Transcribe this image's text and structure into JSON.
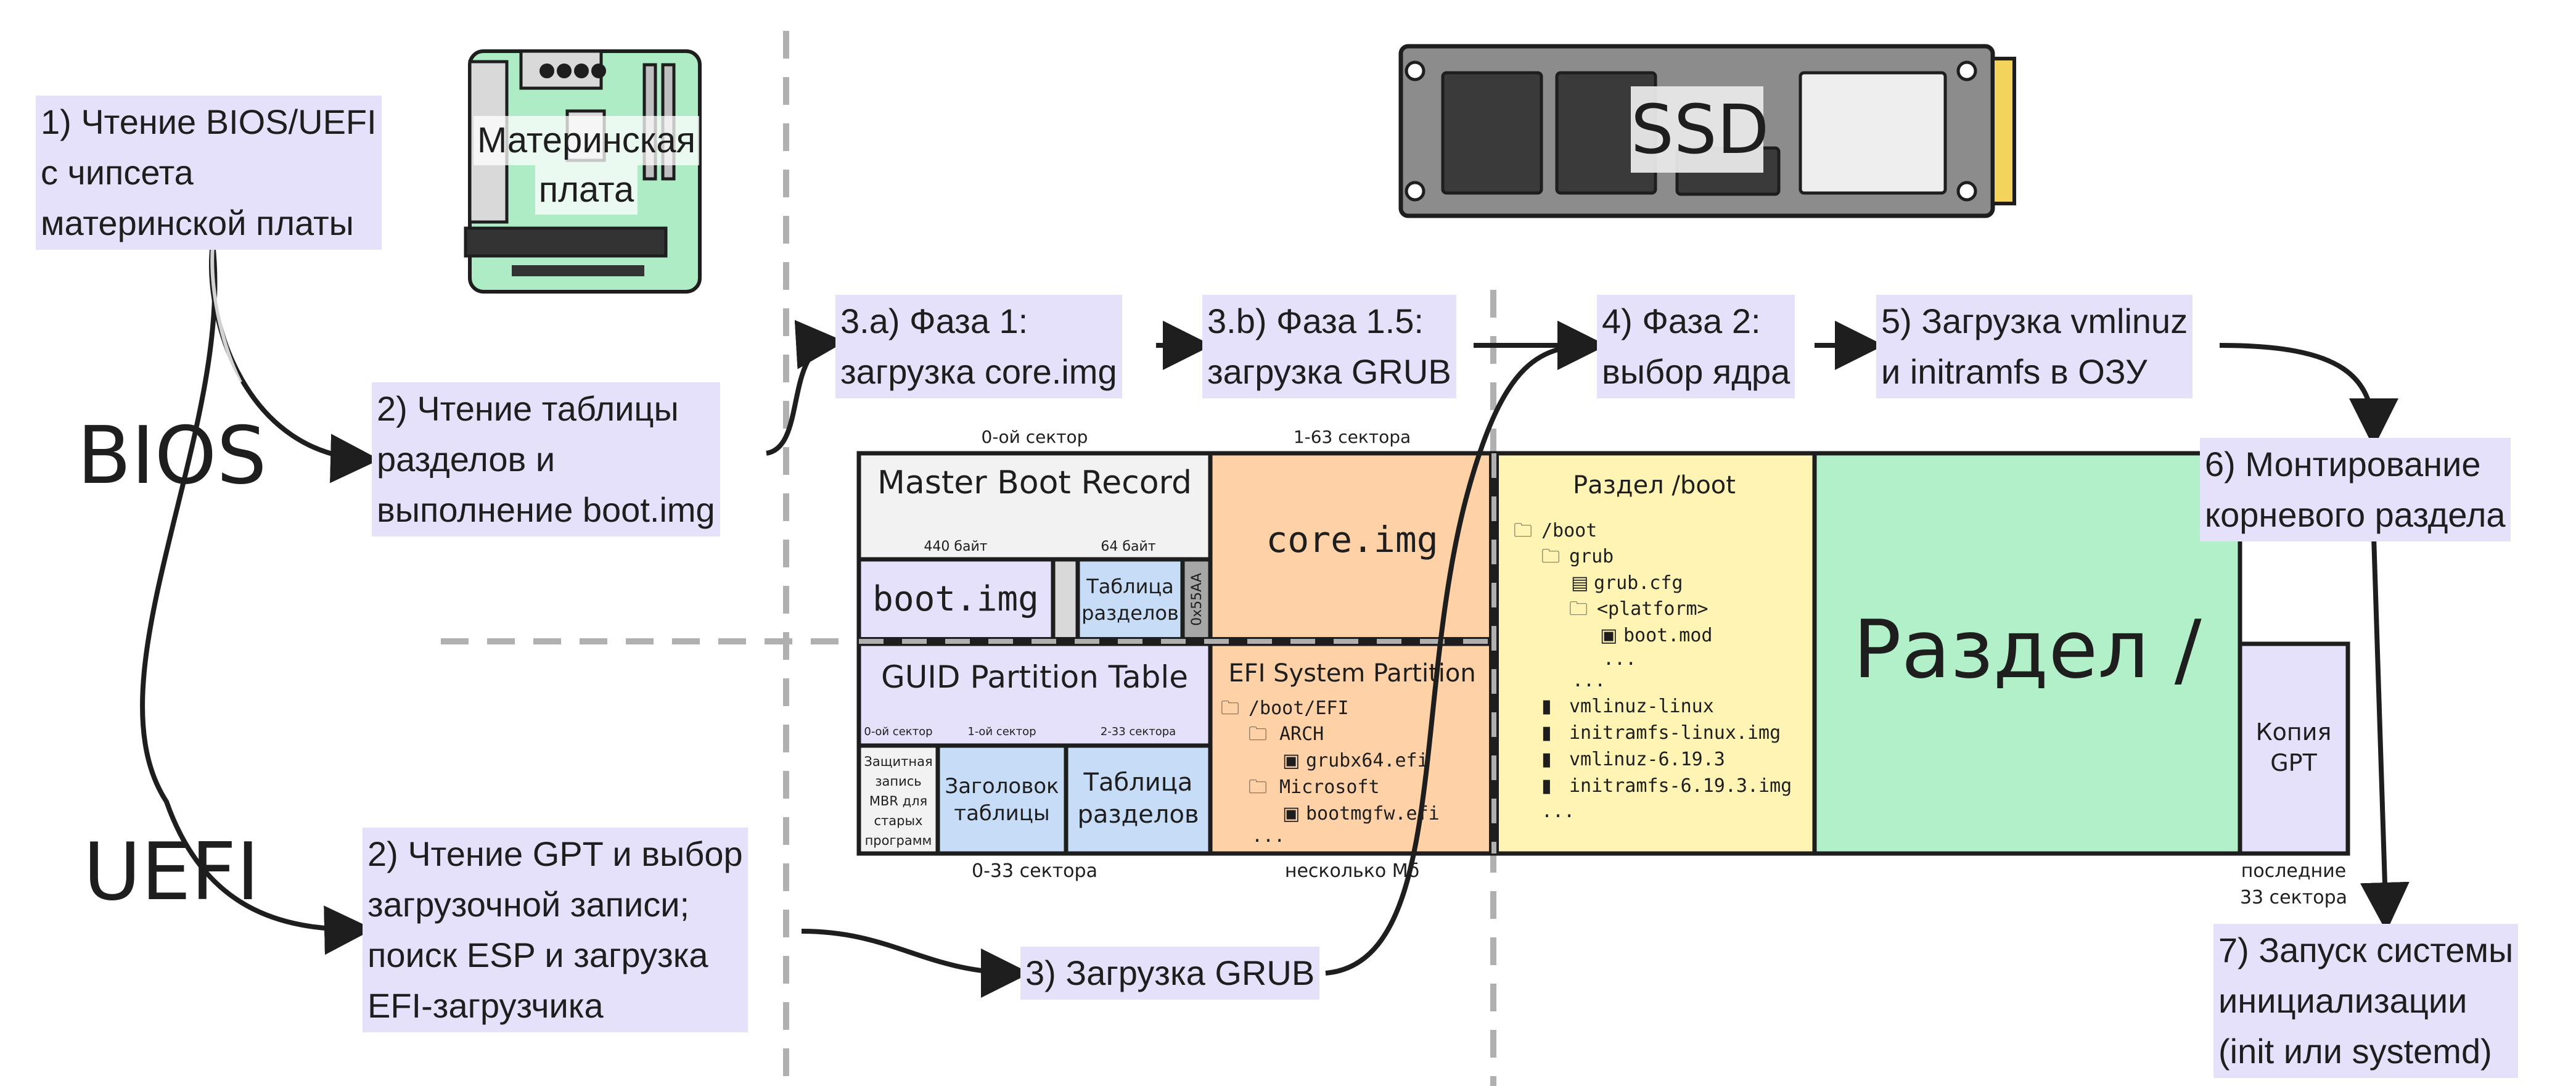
{
  "colors": {
    "label_bg": "#e5e1fb",
    "mbr_bg": "#f2f2f2",
    "core_bg": "#ffd1a6",
    "boot_part_bg": "#fff4b3",
    "root_part_bg": "#b2f0c9",
    "gpt_bg": "#e5e1fb",
    "table_bg": "#c7dcf7",
    "board_bg": "#aeecc6"
  },
  "mode_labels": {
    "bios": "BIOS",
    "uefi": "UEFI"
  },
  "hardware": {
    "board_label_line1": "Материнская",
    "board_label_line2": "плата",
    "ssd_label": "SSD"
  },
  "steps": {
    "s1": [
      "1) Чтение BIOS/UEFI",
      "с чипсета",
      "материнской платы"
    ],
    "s2_bios": [
      "2) Чтение таблицы",
      "разделов и",
      "выполнение boot.img"
    ],
    "s2_uefi": [
      "2) Чтение GPT и выбор",
      "загрузочной записи;",
      "поиск ESP и загрузка",
      "EFI-загрузчика"
    ],
    "s3a": [
      "3.a) Фаза 1:",
      "загрузка core.img"
    ],
    "s3b": [
      "3.b) Фаза 1.5:",
      "загрузка GRUB"
    ],
    "s3_uefi": "3) Загрузка GRUB",
    "s4": [
      "4) Фаза 2:",
      "выбор ядра"
    ],
    "s5": [
      "5) Загрузка vmlinuz",
      "и initramfs в ОЗУ"
    ],
    "s6": [
      "6) Монтирование",
      "корневого раздела"
    ],
    "s7": [
      "7) Запуск системы",
      "инициализации",
      "(init или systemd)"
    ]
  },
  "disk": {
    "captions": {
      "sector0": "0-ой сектор",
      "sectors_1_63": "1-63 сектора",
      "sectors_0_33": "0-33 сектора",
      "several_mb": "несколько Мб",
      "last_33_line1": "последние",
      "last_33_line2": "33 сектора"
    },
    "mbr": {
      "title": "Master Boot Record",
      "bytes440": "440 байт",
      "bytes64": "64 байт",
      "bootimg": "boot.img",
      "table_line1": "Таблица",
      "table_line2": "разделов",
      "signature": "0x55AA"
    },
    "core": "core.img",
    "gpt": {
      "title": "GUID Partition Table",
      "sec0": "0-ой сектор",
      "sec1": "1-ой сектор",
      "sec2_33": "2-33 сектора",
      "protective": [
        "Защитная",
        "запись",
        "MBR для",
        "старых",
        "программ"
      ],
      "header_line1": "Заголовок",
      "header_line2": "таблицы",
      "table_line1": "Таблица",
      "table_line2": "разделов"
    },
    "esp": {
      "title": "EFI System Partition",
      "tree": [
        "/boot/EFI",
        "ARCH",
        "grubx64.efi",
        "Microsoft",
        "bootmgfw.efi",
        "..."
      ]
    },
    "boot_partition": {
      "title": "Раздел /boot",
      "tree": [
        "/boot",
        "grub",
        "grub.cfg",
        "<platform>",
        "boot.mod",
        "...",
        "...",
        "vmlinuz-linux",
        "initramfs-linux.img",
        "vmlinuz-6.19.3",
        "initramfs-6.19.3.img",
        "..."
      ]
    },
    "root_partition": "Раздел /",
    "gpt_copy_line1": "Копия",
    "gpt_copy_line2": "GPT"
  }
}
